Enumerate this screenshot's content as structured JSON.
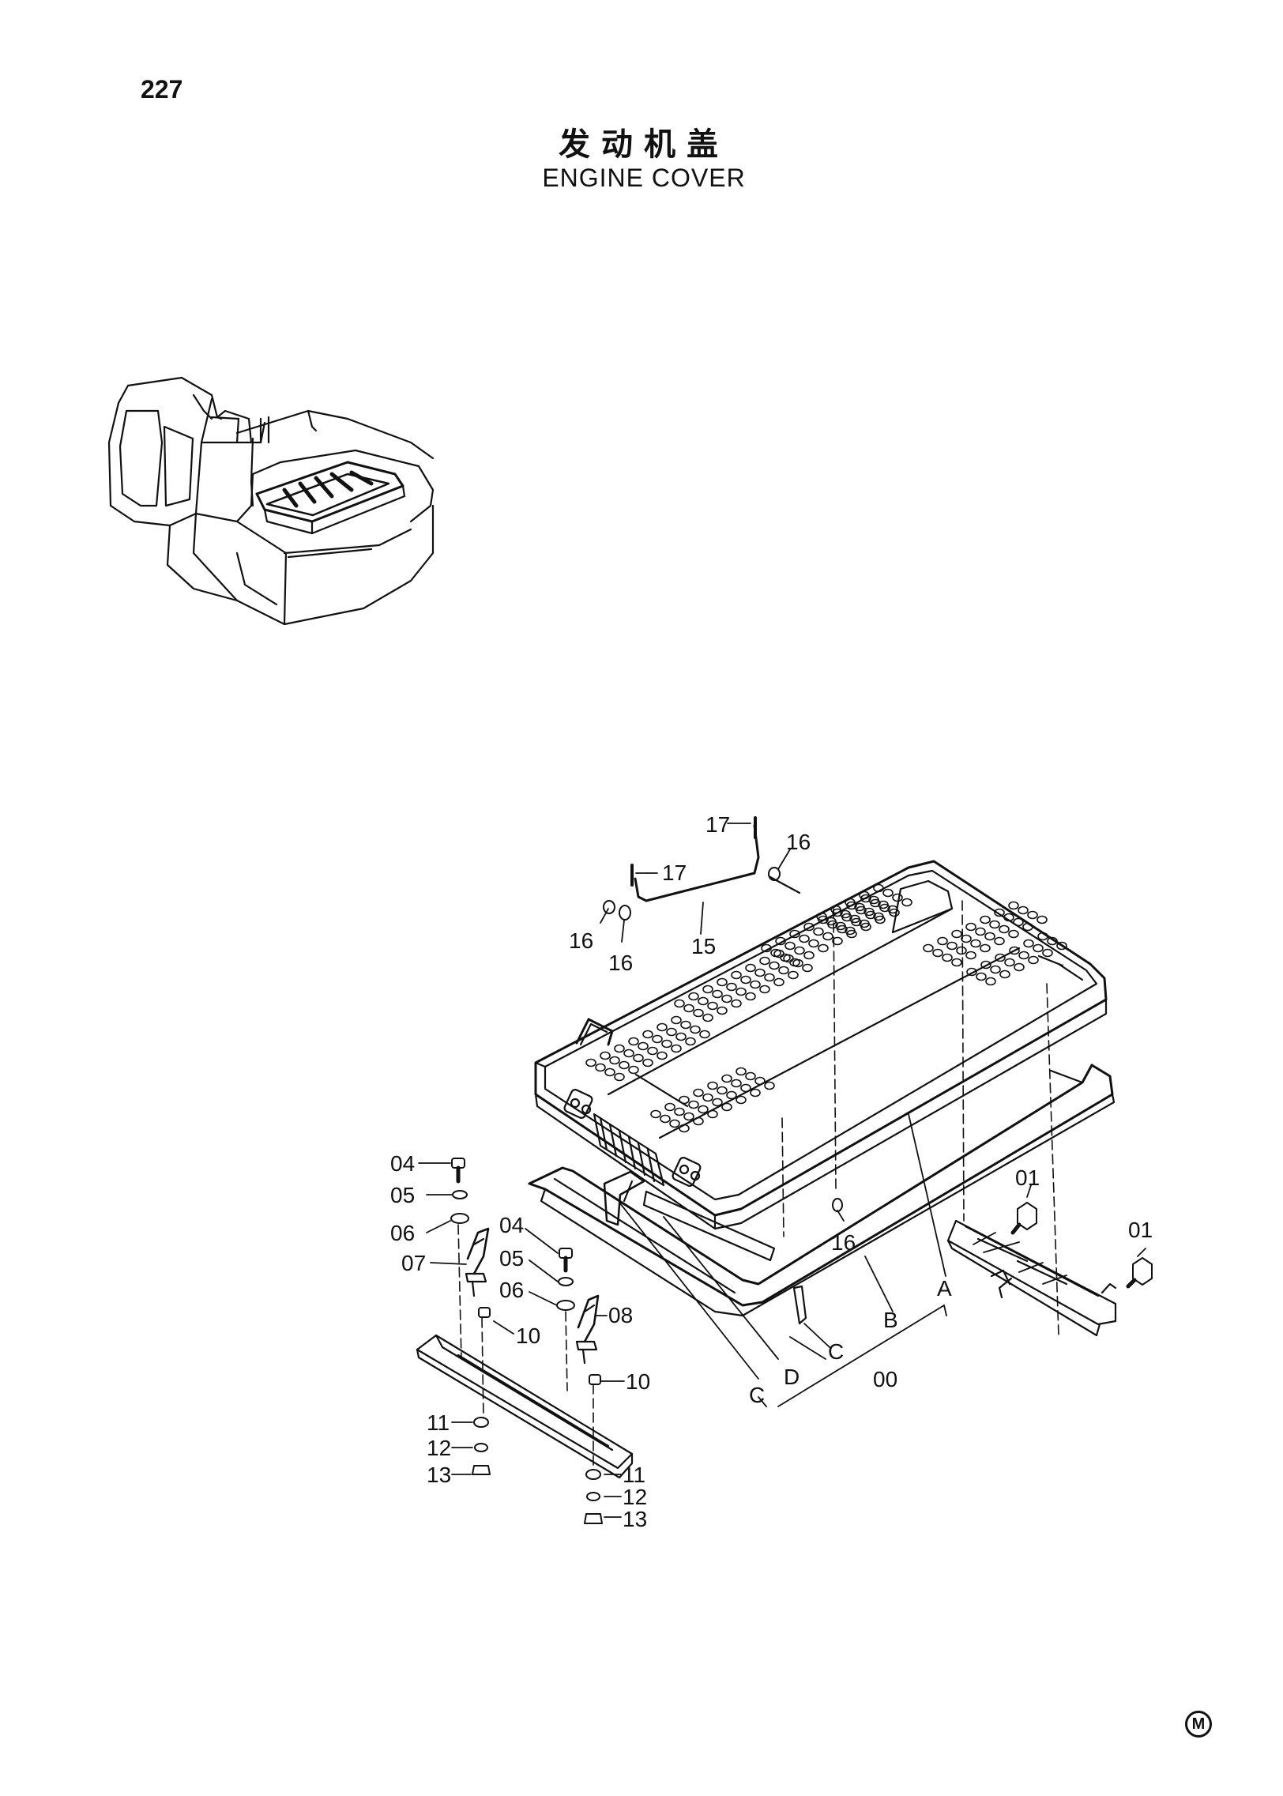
{
  "header": {
    "page_number": "227",
    "title_cn": "发动机盖",
    "title_en": "ENGINE COVER"
  },
  "callouts": {
    "p17a": "17",
    "p17b": "17",
    "p16a": "16",
    "p16b": "16",
    "p16c": "16",
    "p16d": "16",
    "p15": "15",
    "p04a": "04",
    "p05a": "05",
    "p06a": "06",
    "p07": "07",
    "p04b": "04",
    "p05b": "05",
    "p06b": "06",
    "p08": "08",
    "p10a": "10",
    "p10b": "10",
    "p11a": "11",
    "p12a": "12",
    "p13a": "13",
    "p11b": "11",
    "p12b": "12",
    "p13b": "13",
    "p01a": "01",
    "p01b": "01",
    "lA": "A",
    "lB": "B",
    "lC1": "C",
    "lC2": "C",
    "lD": "D",
    "p00": "00"
  },
  "footer": {
    "brand_mark": "M"
  }
}
